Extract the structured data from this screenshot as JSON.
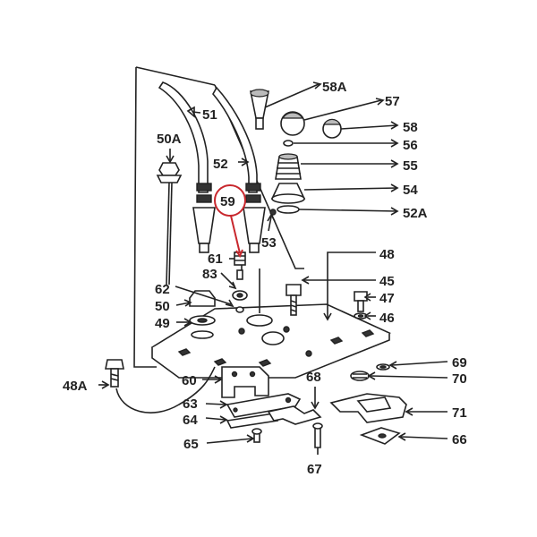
{
  "labels": {
    "l58a": "58A",
    "l57": "57",
    "l58": "58",
    "l56": "56",
    "l55": "55",
    "l54": "54",
    "l52a": "52A",
    "l51": "51",
    "l50a": "50A",
    "l52": "52",
    "l59": "59",
    "l53": "53",
    "l61": "61",
    "l83": "83",
    "l62": "62",
    "l50": "50",
    "l49": "49",
    "l48": "48",
    "l45": "45",
    "l47": "47",
    "l46": "46",
    "l48a": "48A",
    "l60": "60",
    "l63": "63",
    "l64": "64",
    "l65": "65",
    "l68": "68",
    "l67": "67",
    "l69": "69",
    "l70": "70",
    "l71": "71",
    "l66": "66"
  },
  "colors": {
    "line": "#222222",
    "highlight": "#c8272d"
  },
  "highlighted_part": "59"
}
